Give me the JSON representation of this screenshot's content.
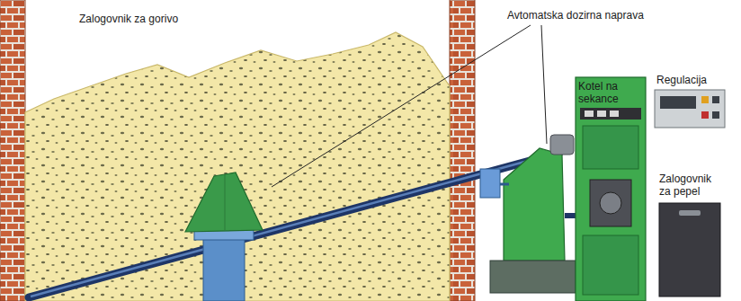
{
  "diagram": {
    "nodes": [
      {
        "text": [
          "Zalogovnik za gorivo"
        ]
      },
      {
        "text": [
          "Regulacija"
        ]
      },
      {
        "text": [
          "Kotel na sekance"
        ]
      },
      {
        "text": [
          "Zalogovnik za pepel"
        ]
      }
    ],
    "labels": [
      "Avtomatska dozirna naprava"
    ]
  }
}
